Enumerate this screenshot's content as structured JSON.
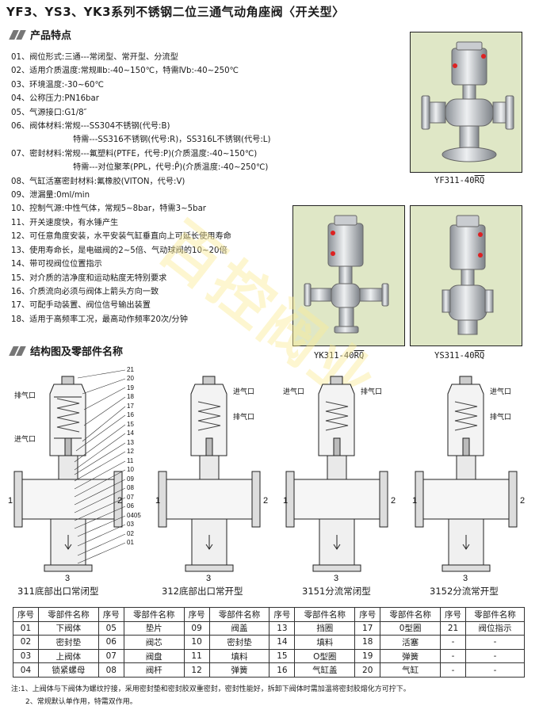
{
  "title": "YF3、YS3、YK3系列不锈钢二位三通气动角座阀〈开关型〉",
  "features_heading": "产品特点",
  "features": [
    "01、阀位形式:三通---常闭型、常开型、分流型",
    "02、适用介质温度:常规Ⅲb:-40~150℃，特需Ⅳb:-40~250℃",
    "03、环境温度:-30~60℃",
    "04、公称压力:PN16bar",
    "05、气源接口:G1/8″",
    "06、阀体材料:常规---SS304不锈钢(代号:B)",
    "特需---SS316不锈钢(代号:R)，SS316L不锈钢(代号:L)",
    "07、密封材料:常规---氟塑料(PTFE，代号:P)(介质温度:-40~150℃)",
    "特需---对位聚苯(PPL，代号:P̄)(介质温度:-40~250℃)",
    "08、气缸活塞密封材料:氟橡胶(VITON，代号:V)",
    "09、泄漏量:0ml/min",
    "10、控制气源:中性气体，常规5~8bar，特需3~5bar",
    "11、开关速度快，有水锤产生",
    "12、可任意角度安装，水平安装气缸垂直向上可延长使用寿命",
    "13、使用寿命长，是电磁阀的2~5倍、气动球阀的10~20倍",
    "14、带可视阀位位置指示",
    "15、对介质的洁净度和运动粘度无特别要求",
    "16、介质流向必须与阀体上箭头方向一致",
    "17、可配手动装置、阀位信号输出装置",
    "18、适用于高频率工况，最高动作频率20次/分钟"
  ],
  "photos": {
    "p1": "YF311-40",
    "p2": "YK311-40",
    "p3": "YS311-40",
    "suffix": "RQ"
  },
  "watermark": "百控阀业",
  "structure_heading": "结构图及零部件名称",
  "diagram_labels": {
    "exhaust": "排气口",
    "intake": "进气口",
    "port1": "1",
    "port2": "2",
    "port3": "3",
    "callouts": [
      "21",
      "20",
      "19",
      "18",
      "17",
      "16",
      "15",
      "14",
      "13",
      "12",
      "11",
      "10",
      "09",
      "08",
      "07",
      "06",
      "0405",
      "03",
      "02",
      "01"
    ]
  },
  "diagram_captions": [
    "311底部出口常闭型",
    "312底部出口常开型",
    "3151分流常闭型",
    "3152分流常开型"
  ],
  "parts_table": {
    "header": [
      "序号",
      "零部件名称",
      "序号",
      "零部件名称",
      "序号",
      "零部件名称",
      "序号",
      "零部件名称",
      "序号",
      "零部件名称",
      "序号",
      "零部件名称"
    ],
    "rows": [
      [
        "01",
        "下阀体",
        "05",
        "垫片",
        "09",
        "阀盖",
        "13",
        "挡圈",
        "17",
        "0型圈",
        "21",
        "阀位指示"
      ],
      [
        "02",
        "密封垫",
        "06",
        "阀芯",
        "10",
        "密封垫",
        "14",
        "填料",
        "18",
        "活塞",
        "-",
        "-"
      ],
      [
        "03",
        "上阀体",
        "07",
        "阀盘",
        "11",
        "填料",
        "15",
        "O型圈",
        "19",
        "弹簧",
        "-",
        "-"
      ],
      [
        "04",
        "锁紧螺母",
        "08",
        "阀杆",
        "12",
        "弹簧",
        "16",
        "气缸盖",
        "20",
        "气缸",
        "-",
        "-"
      ]
    ]
  },
  "notes": [
    "注:1、上阀体与下阀体为螺纹拧接，采用密封垫和密封胶双重密封，密封性能好，拆卸下阀体时需加温将密封胶熔化方可拧下。",
    "2、常规默认单作用，特需双作用。"
  ]
}
